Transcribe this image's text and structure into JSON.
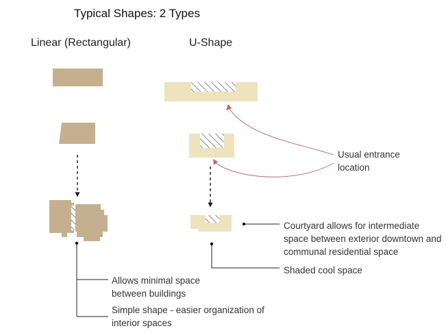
{
  "title": "Typical Shapes: 2 Types",
  "columns": {
    "linear": {
      "heading": "Linear (Rectangular)"
    },
    "ushape": {
      "heading": "U-Shape"
    }
  },
  "annotations": {
    "entrance": "Usual entrance location",
    "courtyard": "Courtyard allows for intermediate space between exterior downtown and communal residential space",
    "shaded": "Shaded cool space",
    "minimal_space": "Allows minimal space between buildings",
    "simple_shape": "Simple shape - easier organization of interior spaces"
  },
  "colors": {
    "linear_fill": "#c4b08e",
    "ushape_fill": "#ede3bf",
    "hatch": "#555555",
    "entrance_curve": "#b9666f",
    "leader": "#222222"
  }
}
